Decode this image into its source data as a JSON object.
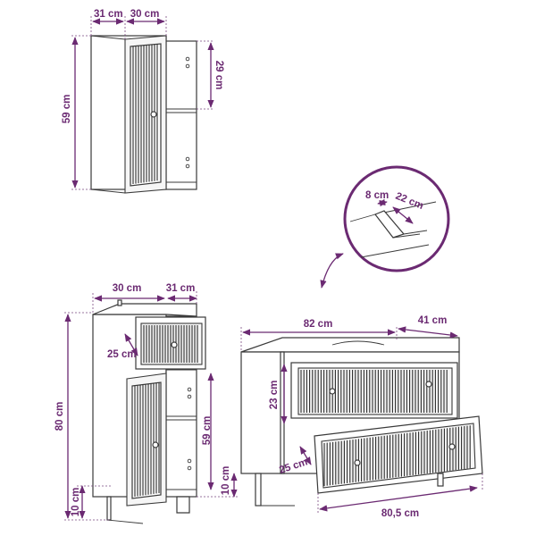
{
  "colors": {
    "accent": "#6b2a72",
    "line": "#3a3a3a",
    "background": "#ffffff"
  },
  "wall_cabinet": {
    "depth_label": "31 cm",
    "width_label": "30 cm",
    "height_label": "59 cm",
    "shelf_label": "29 cm"
  },
  "detail": {
    "label_a": "8 cm",
    "label_b": "22 cm"
  },
  "tall_cabinet": {
    "width_label": "30 cm",
    "depth_label": "31 cm",
    "drawer_label": "25 cm",
    "height_label": "80 cm",
    "inner_label": "59 cm",
    "leg_label_left": "10 cm",
    "leg_label_right": "10 cm"
  },
  "vanity": {
    "width_label": "82 cm",
    "depth_label": "41 cm",
    "drawer_label": "23 cm",
    "lower_drawer_label": "25 cm",
    "bottom_label": "80,5 cm"
  }
}
